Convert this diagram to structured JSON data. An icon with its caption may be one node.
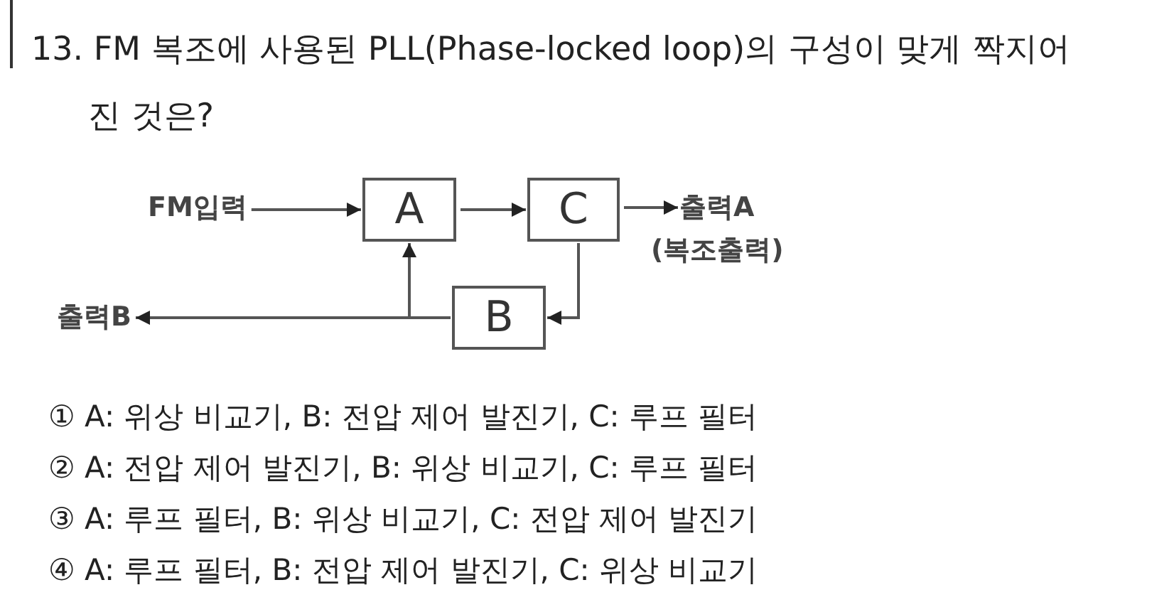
{
  "diagram": {
    "title": "13. FM 복조에 사용된 PLL(Phase-locked loop)의 구성이 맞게 짝지어진 것은?",
    "nodes": [
      {
        "text": [
          "FM입력"
        ]
      },
      {
        "text": [
          "A"
        ]
      },
      {
        "text": [
          "C"
        ]
      },
      {
        "text": [
          "출력A",
          "(복조출력)"
        ]
      },
      {
        "text": [
          "B"
        ]
      },
      {
        "text": [
          "출력B"
        ]
      }
    ],
    "edges": [
      {
        "from": 0,
        "to": 1,
        "arrow": "to"
      },
      {
        "from": 1,
        "to": 2,
        "arrow": "to"
      },
      {
        "from": 2,
        "to": 3,
        "arrow": "to"
      },
      {
        "from": 2,
        "to": 4,
        "arrow": "to"
      },
      {
        "from": 4,
        "to": 1,
        "arrow": "to"
      },
      {
        "from": 4,
        "to": 5,
        "arrow": "to"
      }
    ],
    "labels": [
      "① A: 위상 비교기, B: 전압 제어 발진기, C: 루프 필터",
      "② A: 전압 제어 발진기, B: 위상 비교기, C: 루프 필터",
      "③ A: 루프 필터, B: 위상 비교기, C: 전압 제어 발진기",
      "④ A: 루프 필터, B: 전압 제어 발진기, C: 위상 비교기"
    ]
  }
}
